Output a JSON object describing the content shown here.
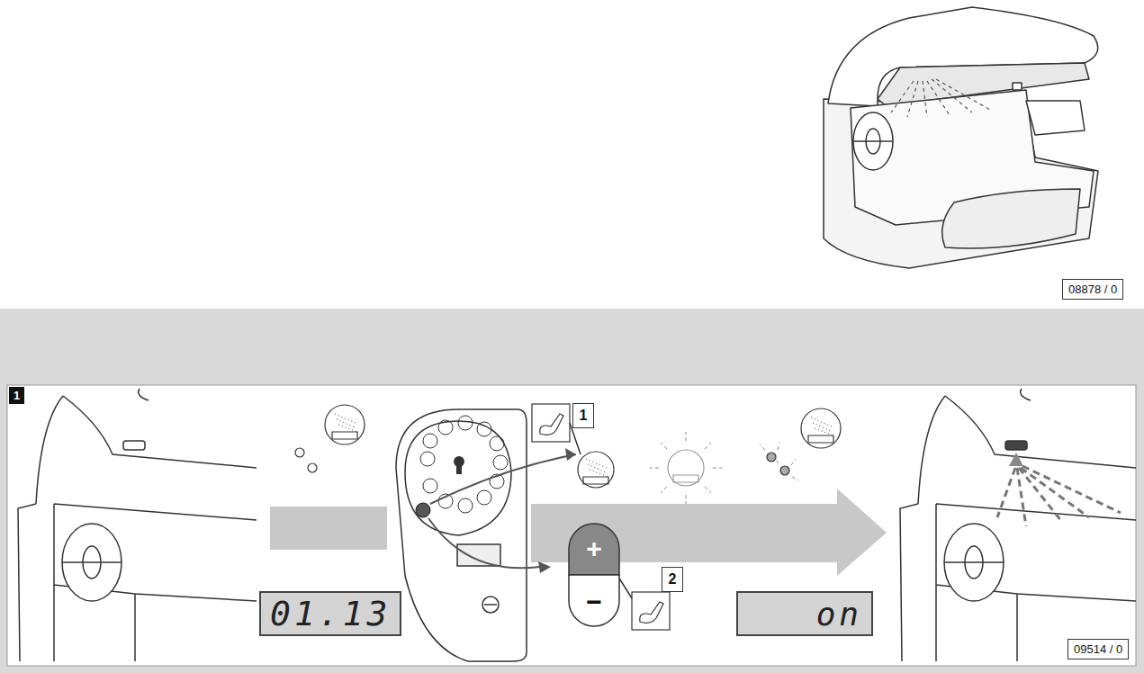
{
  "diagram": {
    "nodes": [
      {
        "text": [
          "1"
        ]
      },
      {
        "text": [
          "1"
        ]
      },
      {
        "text": [
          "+",
          "−"
        ]
      },
      {
        "text": [
          "2"
        ]
      },
      {
        "text": [
          "01.13"
        ]
      },
      {
        "text": [
          "on"
        ]
      }
    ],
    "labels": [
      "08878 / 0",
      "09514 / 0"
    ]
  }
}
